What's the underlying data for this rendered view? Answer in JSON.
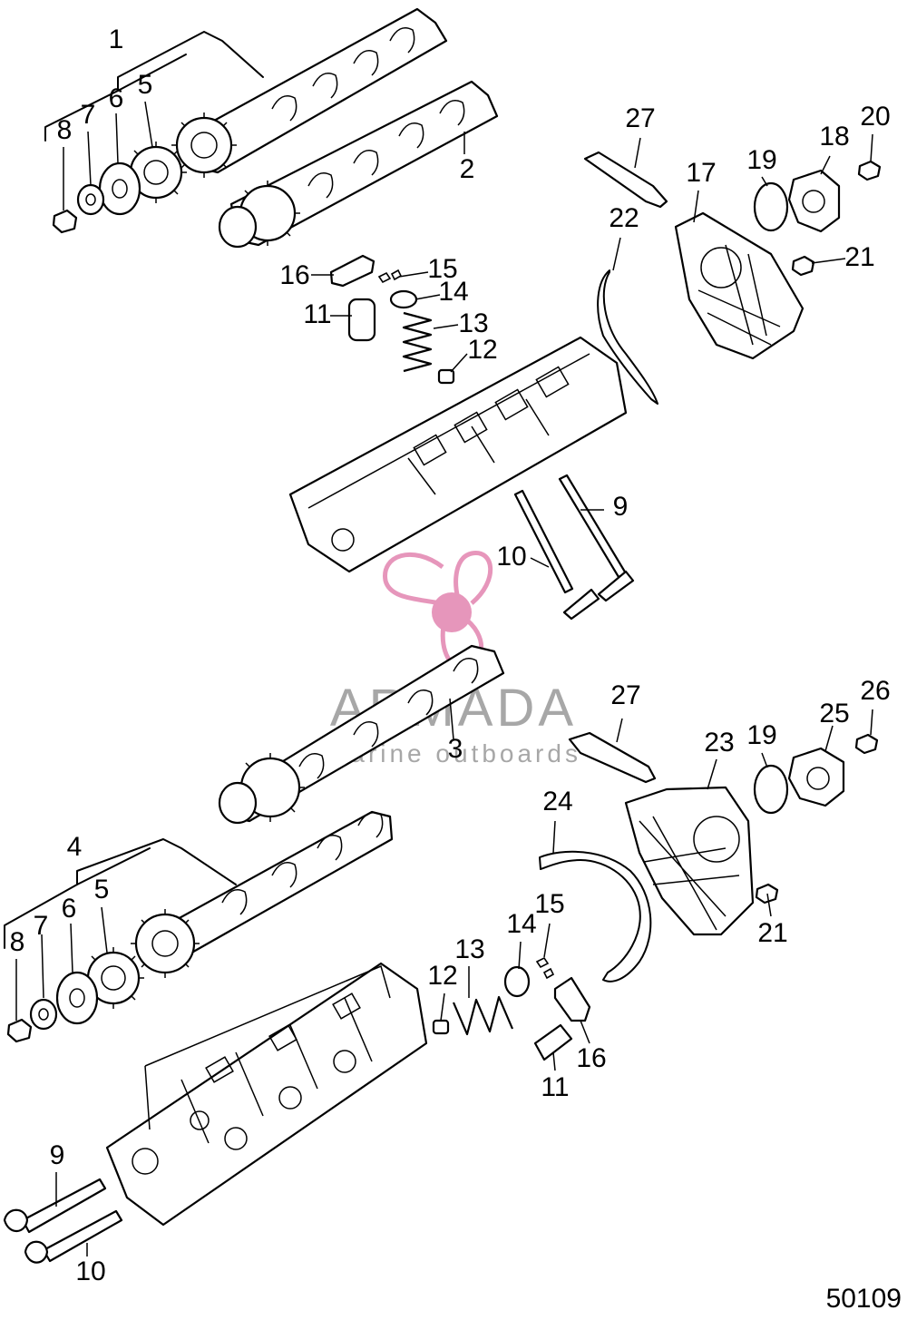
{
  "callouts": [
    {
      "id": "c1",
      "label": "1"
    },
    {
      "id": "c2",
      "label": "2"
    },
    {
      "id": "c5a",
      "label": "5"
    },
    {
      "id": "c6a",
      "label": "6"
    },
    {
      "id": "c7a",
      "label": "7"
    },
    {
      "id": "c8a",
      "label": "8"
    },
    {
      "id": "c27a",
      "label": "27"
    },
    {
      "id": "c20",
      "label": "20"
    },
    {
      "id": "c18",
      "label": "18"
    },
    {
      "id": "c19a",
      "label": "19"
    },
    {
      "id": "c17",
      "label": "17"
    },
    {
      "id": "c22",
      "label": "22"
    },
    {
      "id": "c21a",
      "label": "21"
    },
    {
      "id": "c16a",
      "label": "16"
    },
    {
      "id": "c15a",
      "label": "15"
    },
    {
      "id": "c14a",
      "label": "14"
    },
    {
      "id": "c11a",
      "label": "11"
    },
    {
      "id": "c13a",
      "label": "13"
    },
    {
      "id": "c12a",
      "label": "12"
    },
    {
      "id": "c9a",
      "label": "9"
    },
    {
      "id": "c10a",
      "label": "10"
    },
    {
      "id": "c27b",
      "label": "27"
    },
    {
      "id": "c26",
      "label": "26"
    },
    {
      "id": "c25",
      "label": "25"
    },
    {
      "id": "c23",
      "label": "23"
    },
    {
      "id": "c19b",
      "label": "19"
    },
    {
      "id": "c3",
      "label": "3"
    },
    {
      "id": "c24",
      "label": "24"
    },
    {
      "id": "c4",
      "label": "4"
    },
    {
      "id": "c5b",
      "label": "5"
    },
    {
      "id": "c6b",
      "label": "6"
    },
    {
      "id": "c7b",
      "label": "7"
    },
    {
      "id": "c8b",
      "label": "8"
    },
    {
      "id": "c21b",
      "label": "21"
    },
    {
      "id": "c15b",
      "label": "15"
    },
    {
      "id": "c14b",
      "label": "14"
    },
    {
      "id": "c13b",
      "label": "13"
    },
    {
      "id": "c12b",
      "label": "12"
    },
    {
      "id": "c16b",
      "label": "16"
    },
    {
      "id": "c11b",
      "label": "11"
    },
    {
      "id": "c9b",
      "label": "9"
    },
    {
      "id": "c10b",
      "label": "10"
    }
  ],
  "watermark": {
    "brand": "ARMADA",
    "tagline": "marine outboards",
    "logo_color": "#e48bb4"
  },
  "figure_number": "50109"
}
